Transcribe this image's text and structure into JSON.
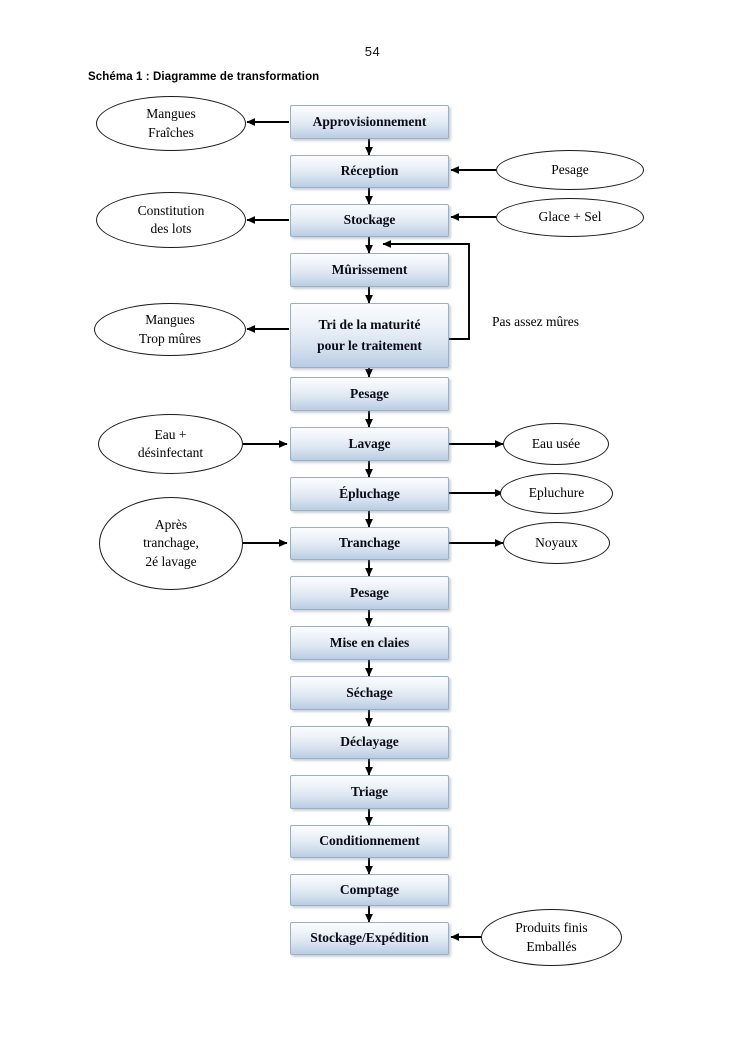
{
  "page": {
    "number": "54"
  },
  "caption": {
    "text": "Schéma 1 : Diagramme de transformation"
  },
  "colors": {
    "box_fill_top": "#fbfcfe",
    "box_fill_bottom": "#b9cde4",
    "box_border": "#9aaec6",
    "ellipse_border": "#1a1a1a",
    "arrow": "#000000",
    "text": "#0b0b16"
  },
  "chart_data": {
    "type": "diagram",
    "title": "Schéma 1 : Diagramme de transformation",
    "flow": [
      "Approvisionnement",
      "Réception",
      "Stockage",
      "Mûrissement",
      "Tri de la maturité pour le traitement",
      "Pesage",
      "Lavage",
      "Épluchage",
      "Tranchage",
      "Pesage",
      "Mise en claies",
      "Séchage",
      "Déclayage",
      "Triage",
      "Conditionnement",
      "Comptage",
      "Stockage/Expédition"
    ],
    "inputs": [
      "Pesage",
      "Glace + Sel",
      "Eau + désinfectant",
      "Après tranchage, 2é lavage",
      "Produits finis Emballés"
    ],
    "outputs": [
      "Mangues Fraîches",
      "Constitution des lots",
      "Mangues Trop mûres",
      "Eau usée",
      "Epluchure",
      "Noyaux"
    ],
    "feedback": [
      "Pas assez mûres"
    ]
  },
  "process": [
    {
      "id": "approvisionnement",
      "label": "Approvisionnement",
      "line2": ""
    },
    {
      "id": "reception",
      "label": "Réception",
      "line2": ""
    },
    {
      "id": "stockage",
      "label": "Stockage",
      "line2": ""
    },
    {
      "id": "murissement",
      "label": "Mûrissement",
      "line2": ""
    },
    {
      "id": "tri-maturite",
      "label": "Tri de la maturité",
      "line2": "pour le traitement"
    },
    {
      "id": "pesage-1",
      "label": "Pesage",
      "line2": ""
    },
    {
      "id": "lavage",
      "label": "Lavage",
      "line2": ""
    },
    {
      "id": "epluchage",
      "label": "Épluchage",
      "line2": ""
    },
    {
      "id": "tranchage",
      "label": "Tranchage",
      "line2": ""
    },
    {
      "id": "pesage-2",
      "label": "Pesage",
      "line2": ""
    },
    {
      "id": "mise-en-claies",
      "label": "Mise en claies",
      "line2": ""
    },
    {
      "id": "sechage",
      "label": "Séchage",
      "line2": ""
    },
    {
      "id": "declayage",
      "label": "Déclayage",
      "line2": ""
    },
    {
      "id": "triage",
      "label": "Triage",
      "line2": ""
    },
    {
      "id": "conditionnement",
      "label": "Conditionnement",
      "line2": ""
    },
    {
      "id": "comptage",
      "label": "Comptage",
      "line2": ""
    },
    {
      "id": "stockage-expedition",
      "label": "Stockage/Expédition",
      "line2": ""
    }
  ],
  "left_nodes": [
    {
      "id": "mangues-fraiches",
      "l1": "Mangues",
      "l2": "Fraîches",
      "l3": ""
    },
    {
      "id": "constitution-lots",
      "l1": "Constitution",
      "l2": "des lots",
      "l3": ""
    },
    {
      "id": "mangues-trop-mures",
      "l1": "Mangues",
      "l2": "Trop mûres",
      "l3": ""
    },
    {
      "id": "eau-desinfectant",
      "l1": "Eau +",
      "l2": "désinfectant",
      "l3": ""
    },
    {
      "id": "apres-tranchage",
      "l1": "Après",
      "l2": "tranchage,",
      "l3": "2é lavage"
    }
  ],
  "right_nodes": [
    {
      "id": "pesage-input",
      "l1": "Pesage",
      "l2": ""
    },
    {
      "id": "glace-sel",
      "l1": "Glace + Sel",
      "l2": ""
    },
    {
      "id": "eau-usee",
      "l1": "Eau usée",
      "l2": ""
    },
    {
      "id": "epluchure",
      "l1": "Epluchure",
      "l2": ""
    },
    {
      "id": "noyaux",
      "l1": "Noyaux",
      "l2": ""
    },
    {
      "id": "produits-finis",
      "l1": "Produits finis",
      "l2": "Emballés"
    }
  ],
  "annotations": [
    {
      "id": "pas-assez-mures",
      "text": "Pas assez mûres"
    }
  ]
}
